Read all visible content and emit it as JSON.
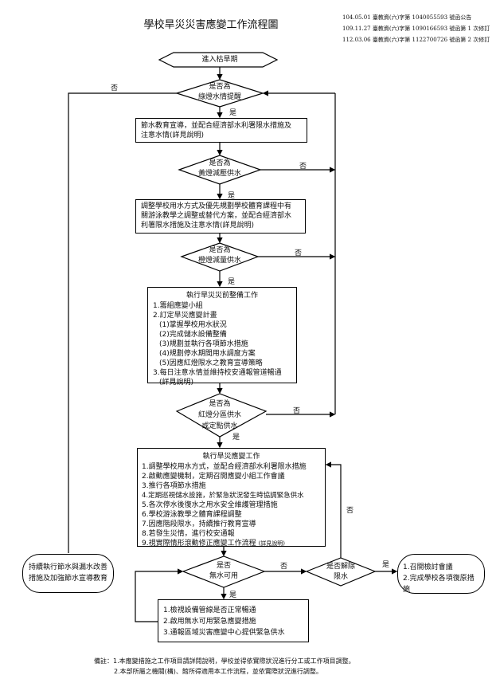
{
  "title": "學校旱災災害應變工作流程圖",
  "references": [
    "104.05.01 臺教資(六)字第 1040055593 號函公告",
    "109.11.27 臺教資(六)字第 1090166593 號函第 1 次修訂",
    "112.03.06 臺教資(六)字第 1122700726 號函第 2 次修訂"
  ],
  "start": "進入枯旱期",
  "decision1": {
    "line1": "是否為",
    "line2": "綠燈水情提醒"
  },
  "box1": {
    "line1": "節水教育宣導，並配合經濟部水利署限水措施及",
    "line2": "注意水情(詳見說明)"
  },
  "decision2": {
    "line1": "是否為",
    "line2": "黃燈減壓供水"
  },
  "box2": {
    "line1": "調整學校用水方式及優先規劃學校體育課程中有",
    "line2": "關游泳教學之調整或替代方案，並配合經濟部水",
    "line3": "利署限水措施及注意水情(詳見說明)"
  },
  "decision3": {
    "line1": "是否為",
    "line2": "橙燈減量供水"
  },
  "box3": {
    "heading": "執行旱災災前整備工作",
    "items": [
      "1.籌組應變小組",
      "2.訂定旱災應變計畫",
      "(1)掌握學校用水狀況",
      "(2)完成儲水設備整備",
      "(3)規劃並執行各項節水措施",
      "(4)規劃停水期間用水調度方案",
      "(5)因應紅燈限水之教育宣導策略",
      "3.每日注意水情並維持校安通報管道暢通",
      "(詳見說明)"
    ]
  },
  "decision4": {
    "line1": "是否為",
    "line2": "紅燈分區供水",
    "line3": "或定點供水"
  },
  "box4": {
    "heading": "執行旱災應變工作",
    "items": [
      "1.調整學校用水方式，並配合經濟部水利署限水措施",
      "2.啟動應變機制，定期召開應變小組工作會議",
      "3.推行各項節水措施",
      "4.定期巡視儲水設施，於緊急狀況發生時協調緊急供水",
      "5.各次停水後復水之用水安全維護管理措施",
      "6.學校游泳教學之體育課程調整",
      "7.因應階段限水，持續推行教育宣導",
      "8.若發生災情，進行校安通報",
      "9.視實際情形滾動修正應變工作流程"
    ],
    "item9_note": "(詳見說明)"
  },
  "decision5": {
    "line1": "是否",
    "line2": "無水可用"
  },
  "decision6": {
    "line1": "是否解除",
    "line2": "限水"
  },
  "box5": {
    "items": [
      "1.檢視設備管線是否正常暢通",
      "2.啟用無水可用緊急應變措施",
      "3.通報區域災害應變中心提供緊急供水"
    ]
  },
  "end_left": {
    "line1": "持續執行節水與漏水改善",
    "line2": "措施及加強節水宣導教育"
  },
  "end_right": {
    "line1": "1.召開檢討會議",
    "line2": "2.完成學校各項復原措施"
  },
  "labels": {
    "yes": "是",
    "no": "否"
  },
  "notes": {
    "prefix": "備註：",
    "line1": "1.本應變措施之工作項目請詳閱說明，學校並得依實際狀況進行分工或工作項目調整。",
    "line2": "2.本部所屬之機關(構)、館所得適用本工作流程，並依實際狀況進行調整。"
  }
}
